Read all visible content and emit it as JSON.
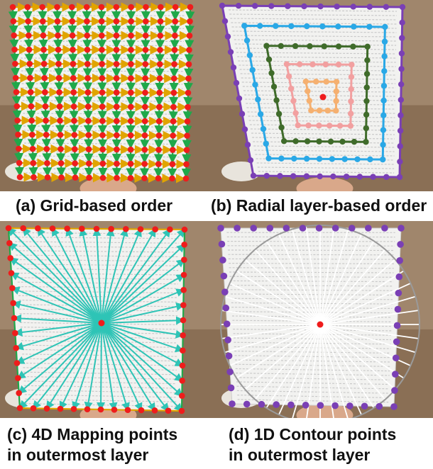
{
  "panels": [
    {
      "id": "a",
      "caption_lines": [
        "(a) Grid-based order"
      ]
    },
    {
      "id": "b",
      "caption_lines": [
        "(b) Radial layer-based order"
      ]
    },
    {
      "id": "c",
      "caption_lines": [
        "(c) 4D Mapping points",
        "in outermost layer"
      ]
    },
    {
      "id": "d",
      "caption_lines": [
        "(d) 1D Contour points",
        "in outermost layer"
      ]
    }
  ],
  "colors": {
    "point_red": "#ef1c1c",
    "grid_horizontal_arrow": "#e0a400",
    "grid_vertical_arrow": "#1fa84a",
    "layer_purple": "#7a3fb5",
    "layer_blue": "#2aa8e6",
    "layer_green": "#3f6b2a",
    "layer_pink": "#f2a0a0",
    "layer_orange": "#f5b070",
    "mapping_teal": "#2ec4b6",
    "contour_ray_white": "#ffffff",
    "contour_circle_gray": "#9a9a9a"
  }
}
